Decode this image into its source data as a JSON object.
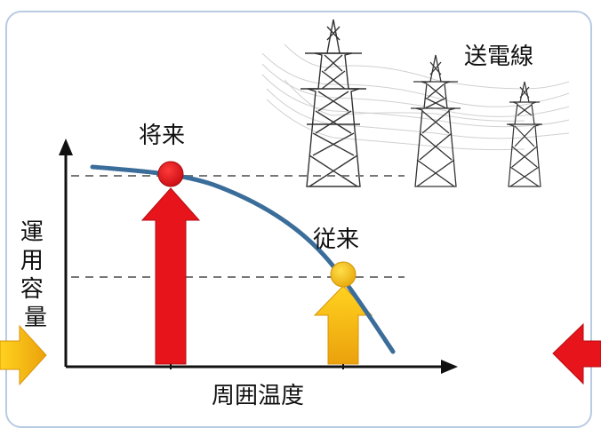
{
  "labels": {
    "power_line": "送電線",
    "future": "将来",
    "conventional": "従来",
    "y_axis": "運用容量",
    "x_axis": "周囲温度"
  },
  "colors": {
    "curve": "#3b6d9a",
    "future_marker": "#e8141c",
    "conventional_marker": "#f4bd14",
    "axis": "#111111",
    "dashed": "#777777",
    "panel_border": "#b8cbe3"
  },
  "icons": {
    "tower": "transmission-tower-icon",
    "left_arrow": "right-pointing-yellow-arrow",
    "right_arrow": "left-pointing-red-arrow"
  }
}
